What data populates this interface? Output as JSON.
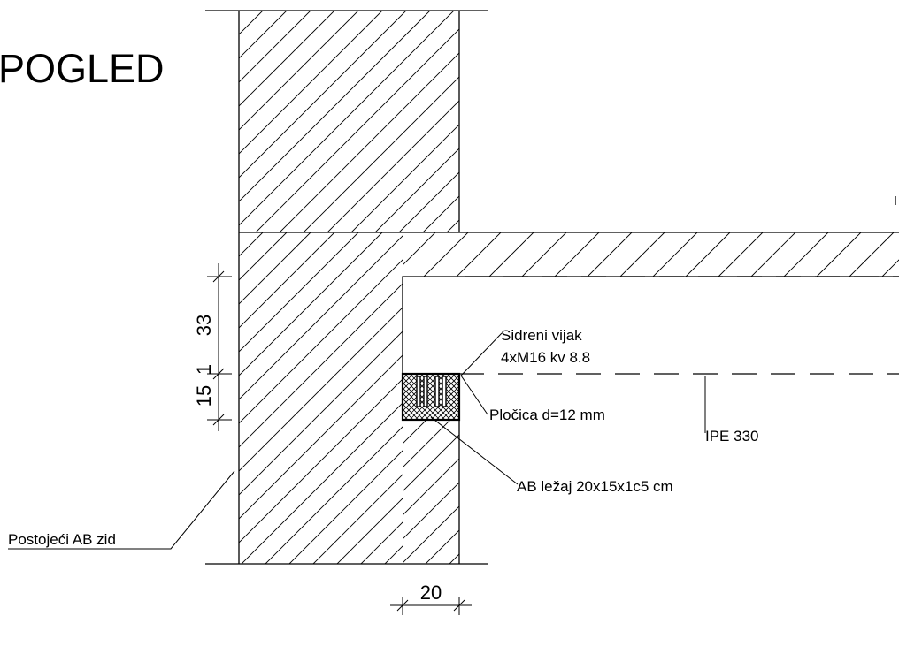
{
  "title": "POGLED",
  "labels": {
    "anchor_bolt_line1": "Sidreni vijak",
    "anchor_bolt_line2": "4xM16 kv 8.8",
    "plate": "Pločica d=12 mm",
    "beam": "IPE 330",
    "bearing": "AB ležaj 20x15x1c5 cm",
    "existing_wall": "Postojeći AB zid"
  },
  "dimensions": {
    "upper": "33",
    "lower_a": "15",
    "lower_b": "1",
    "bottom": "20"
  },
  "colors": {
    "line": "#000000",
    "background": "#ffffff"
  }
}
